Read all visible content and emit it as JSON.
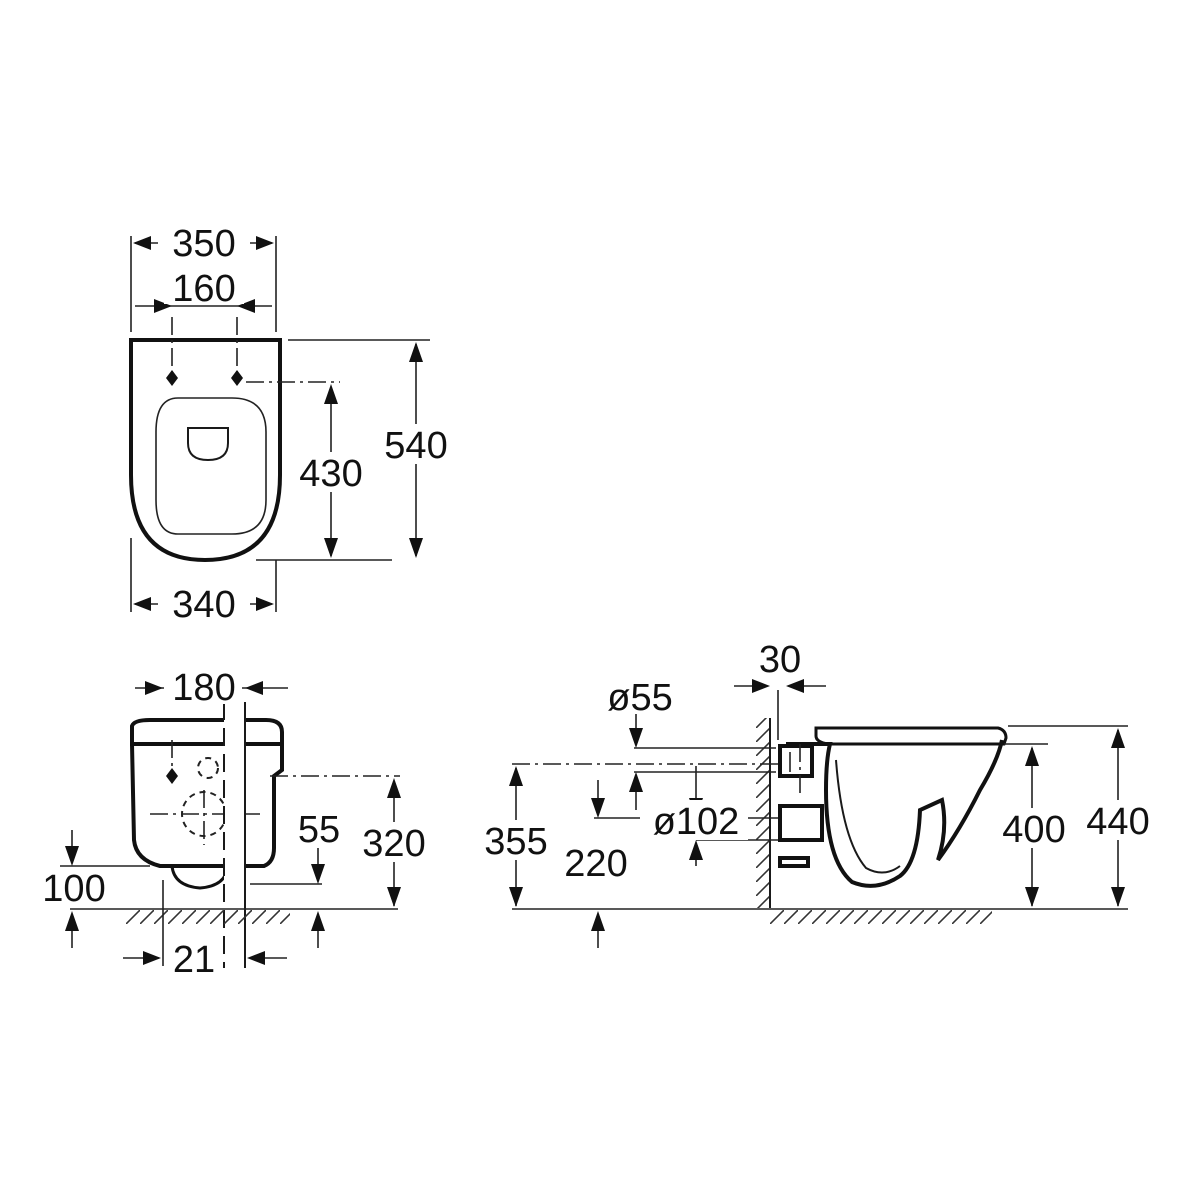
{
  "top_view": {
    "width_overall": "350",
    "fixing_centres": "160",
    "width_front": "340",
    "depth_fixing": "430",
    "depth_overall": "540"
  },
  "front_view": {
    "width_rear": "180",
    "outlet_width": "21",
    "height_100": "100",
    "inlet_55": "55",
    "height_320": "320"
  },
  "side_view": {
    "wall_offset": "30",
    "inlet_diameter": "ø55",
    "outlet_diameter": "ø102",
    "height_355": "355",
    "height_220": "220",
    "height_400": "400",
    "height_440": "440"
  },
  "colors": {
    "line": "#111111",
    "background": "#ffffff"
  }
}
